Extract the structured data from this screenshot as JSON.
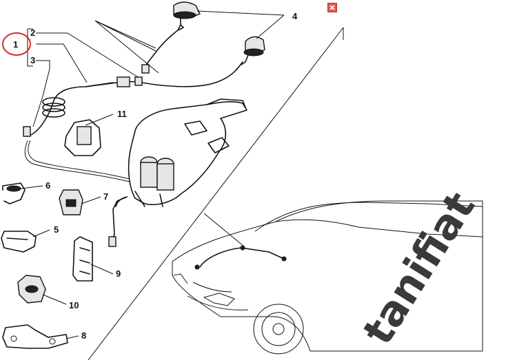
{
  "callouts": {
    "c1": "1",
    "c2": "2",
    "c3": "3",
    "c4": "4",
    "c5": "5",
    "c6": "6",
    "c7": "7",
    "c8": "8",
    "c9": "9",
    "c10": "10",
    "c11": "11"
  },
  "watermark": "tanifiat",
  "colors": {
    "highlight_circle": "#d62a2a",
    "close_button": "#e8574a",
    "ink": "#111111",
    "watermark": "#3a3a3a"
  },
  "icons": {
    "close": "close-x-icon"
  }
}
